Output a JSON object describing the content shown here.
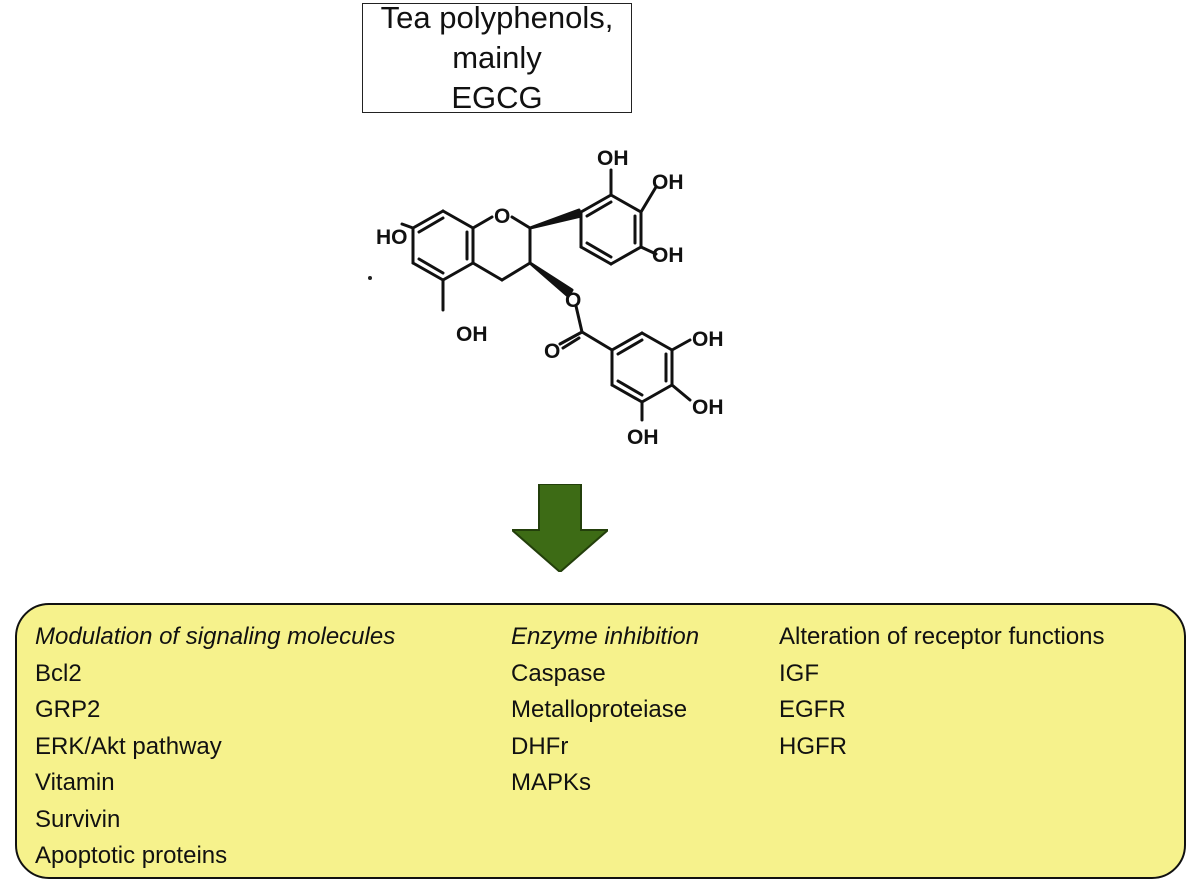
{
  "title": {
    "line1": "Tea polyphenols, mainly",
    "line2": "EGCG"
  },
  "molecule": {
    "name": "EGCG structure",
    "labels": {
      "oh_top": "OH",
      "oh_upper_right": "OH",
      "oh_mid_right": "OH",
      "ho_left": "HO",
      "ring_o": "O",
      "ester_o": "O",
      "carbonyl_o": "O",
      "oh_bottom_left": "OH",
      "oh_gallate_top": "OH",
      "oh_gallate_mid": "OH",
      "oh_gallate_bottom": "OH"
    }
  },
  "arrow_color": "#3d6b15",
  "box_fill": "#f6f28c",
  "effects": {
    "modulation": {
      "heading": "Modulation of signaling molecules",
      "items": [
        "Bcl2",
        "GRP2",
        "ERK/Akt pathway",
        "Vitamin",
        "Survivin",
        "Apoptotic proteins"
      ]
    },
    "enzyme": {
      "heading": "Enzyme inhibition",
      "items": [
        "Caspase",
        "Metalloproteiase",
        "DHFr",
        "MAPKs"
      ]
    },
    "receptor": {
      "heading": "Alteration of receptor functions",
      "items": [
        "IGF",
        "EGFR",
        "HGFR"
      ]
    }
  }
}
